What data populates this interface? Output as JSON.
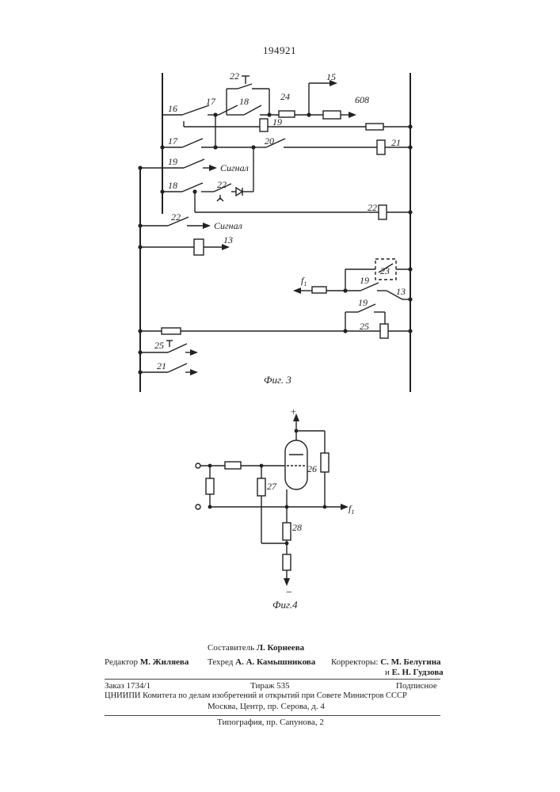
{
  "page_number": "194921",
  "figures": {
    "fig3_caption": "Фиг. 3",
    "fig4_caption": "Фиг.4",
    "fig3_labels": {
      "l22_top": "22",
      "l15": "15",
      "l24": "24",
      "l608": "608",
      "l16": "16",
      "l17a": "17",
      "l18a": "18",
      "l19_coil": "19",
      "l17b": "17",
      "l20": "20",
      "l21_coil": "21",
      "l19b": "19",
      "signal1": "Сигнал",
      "l18b": "18",
      "l22_mid": "22",
      "l22_coil": "22",
      "l22_bot": "22",
      "signal2": "Сигнал",
      "l13_coil": "13",
      "l23": "23",
      "f1": "f",
      "f1_sub": "1",
      "l19c": "19",
      "l13b": "13",
      "l19d": "19",
      "l25_coil": "25",
      "l25_btn": "25",
      "l21b": "21"
    },
    "fig4_labels": {
      "plus": "+",
      "minus": "−",
      "l26": "26",
      "l27": "27",
      "l28": "28",
      "f1": "f",
      "f1_sub": "1"
    }
  },
  "colophon": {
    "compiler_label": "Составитель",
    "compiler_name": "Л. Корнеева",
    "editor_label": "Редактор",
    "editor_name": "М. Жиляева",
    "techred_label": "Техред",
    "techred_name": "А. А. Камышникова",
    "correctors_label": "Корректоры:",
    "corrector1": "С. М. Белугина",
    "corrector2_prefix": "и",
    "corrector2": "Е. Н. Гудзова",
    "order": "Заказ 1734/1",
    "print_run": "Тираж 535",
    "subscription": "Подписное",
    "institute": "ЦНИИПИ Комитета по делам изобретений и открытий при Совете Министров СССР",
    "address": "Москва, Центр, пр. Серова, д. 4",
    "printing": "Типография, пр. Сапунова, 2"
  }
}
